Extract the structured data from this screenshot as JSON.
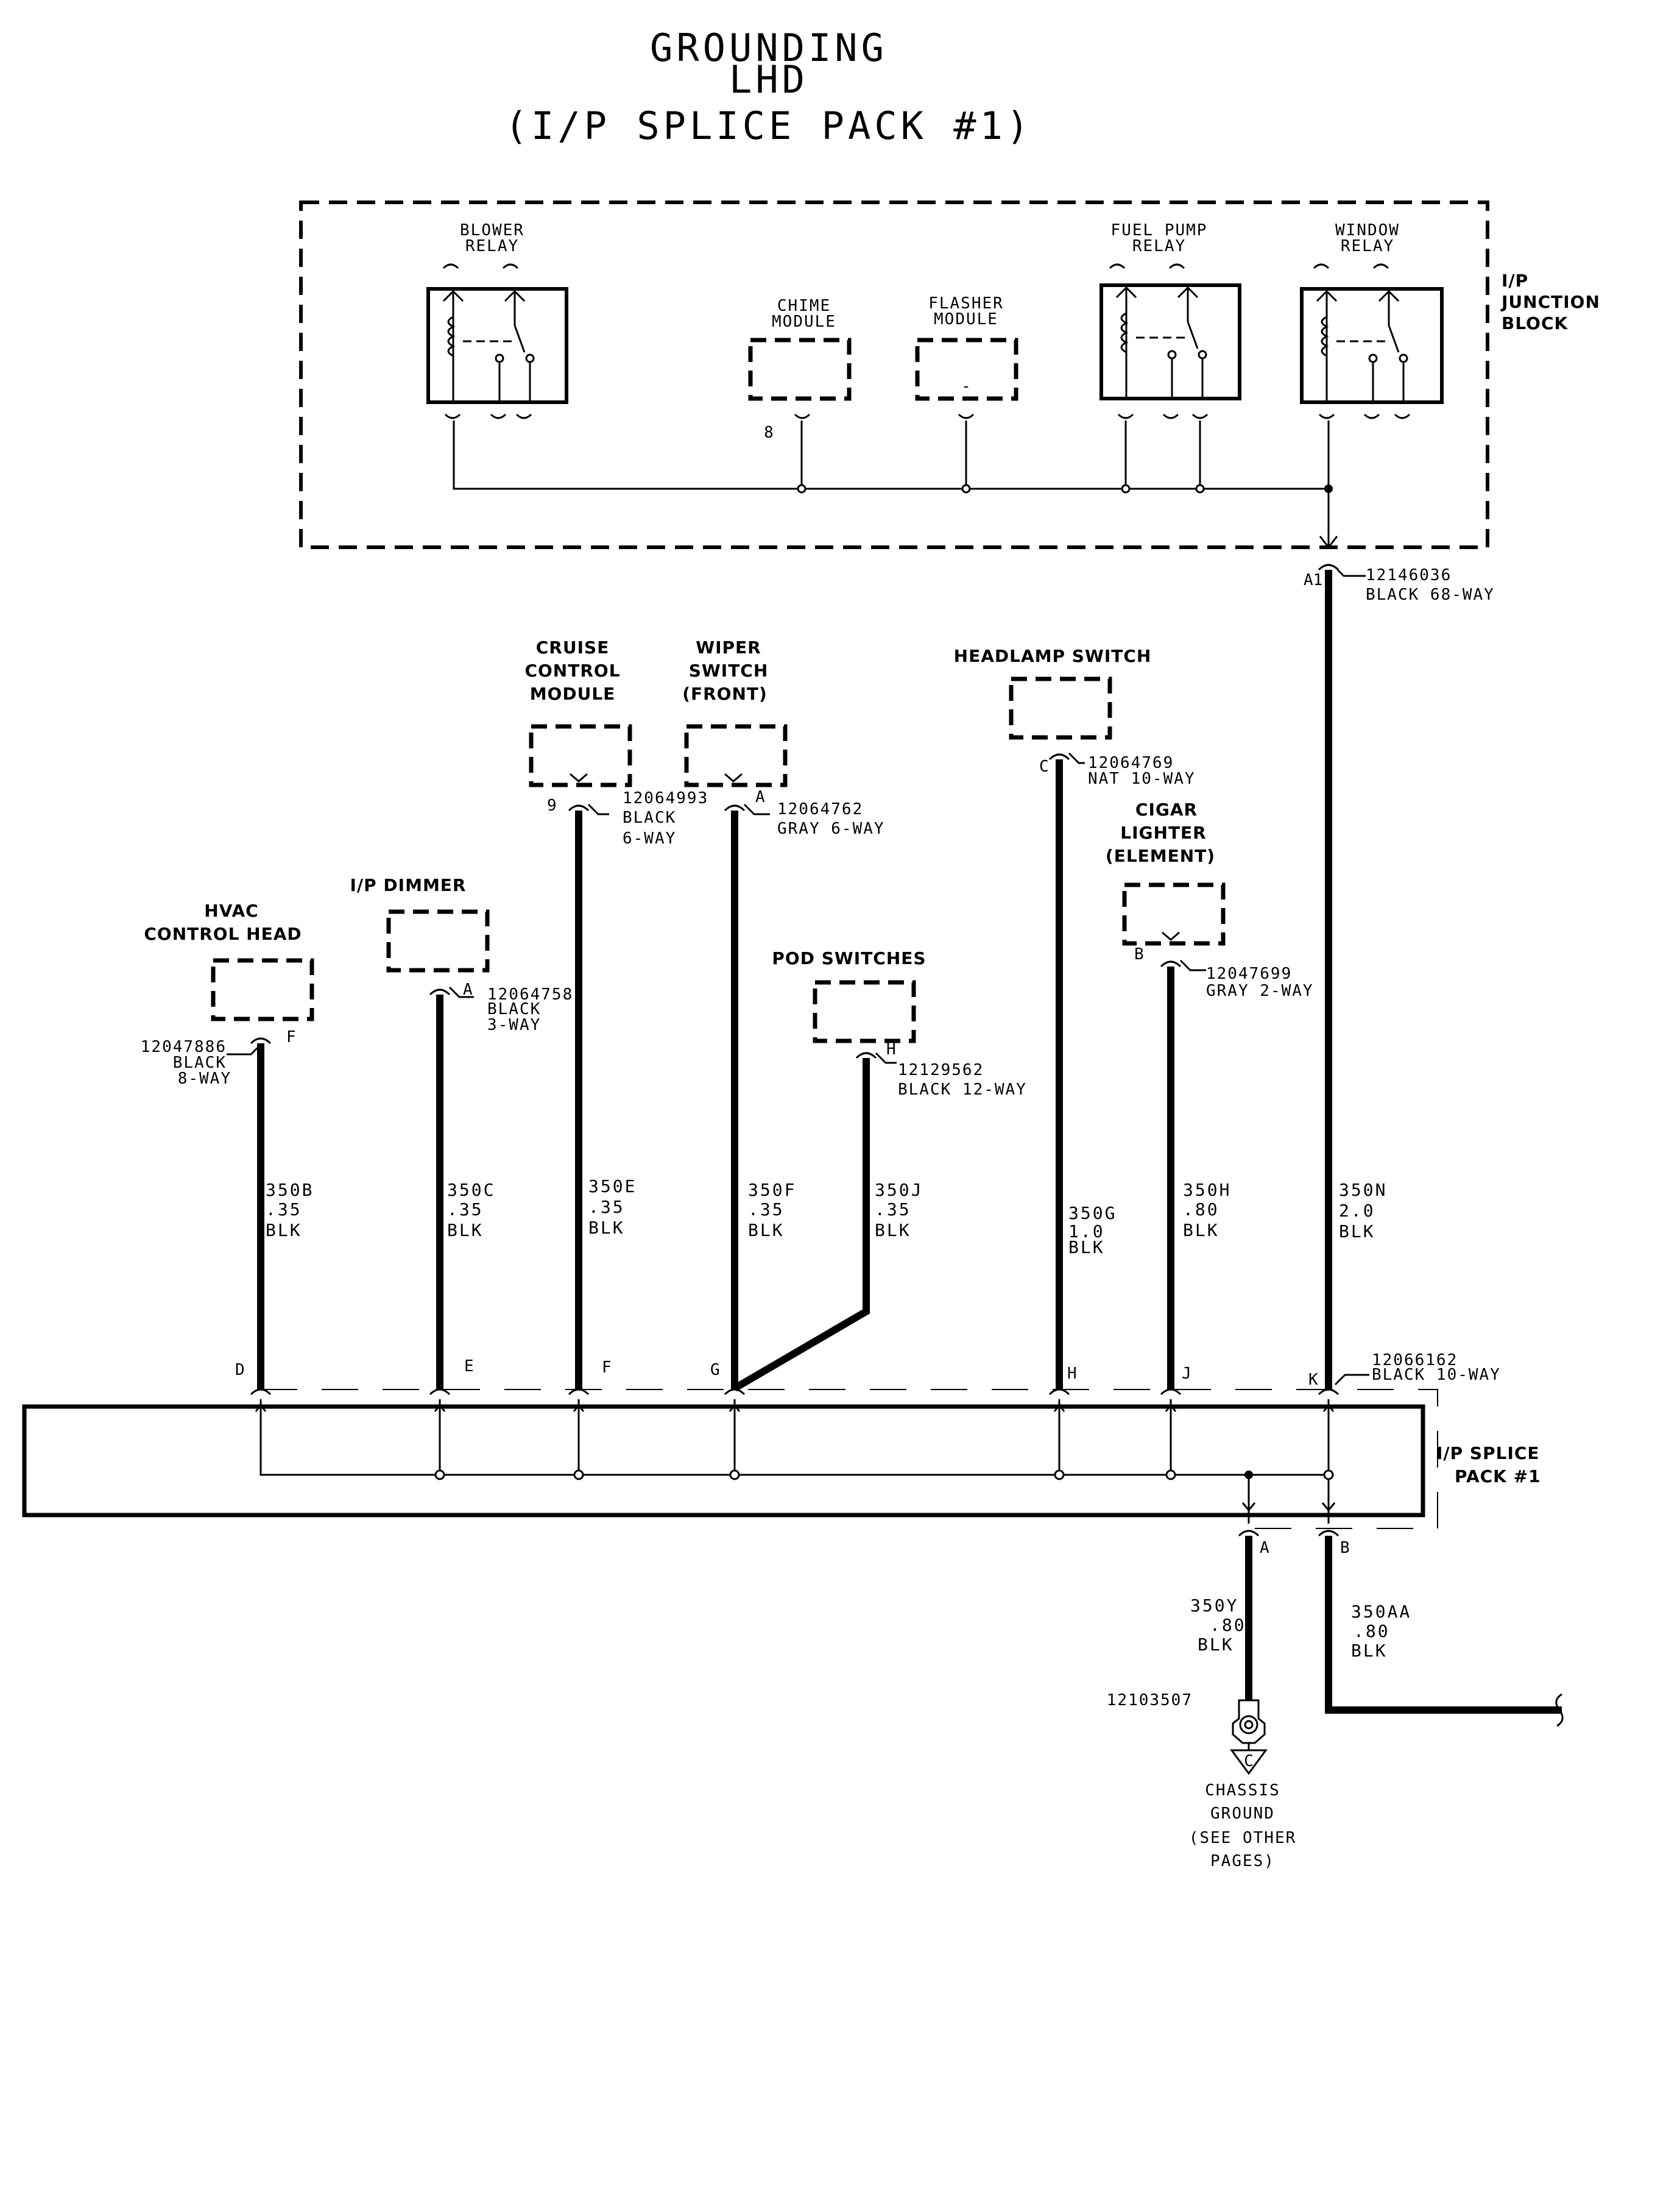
{
  "title": {
    "line1": "GROUNDING",
    "line2": "LHD",
    "line3": "(I/P SPLICE PACK #1)"
  },
  "junction_block": {
    "label_lines": [
      "I/P",
      "JUNCTION",
      "BLOCK"
    ],
    "components": {
      "blower_relay": [
        "BLOWER",
        "RELAY"
      ],
      "chime_module": [
        "CHIME",
        "MODULE"
      ],
      "flasher_module": [
        "FLASHER",
        "MODULE"
      ],
      "fuel_pump_relay": [
        "FUEL PUMP",
        "RELAY"
      ],
      "window_relay": [
        "WINDOW",
        "RELAY"
      ]
    },
    "chime_pin": "8",
    "flasher_pin": "-",
    "output_pin": "A1",
    "output_connector": [
      "12146036",
      "BLACK 68-WAY"
    ]
  },
  "components": [
    {
      "id": "hvac",
      "name_lines": [
        "HVAC",
        "CONTROL HEAD"
      ],
      "pin": "F",
      "connector": [
        "12047886",
        "BLACK",
        "8-WAY"
      ],
      "wire": [
        "350B",
        ".35",
        "BLK"
      ],
      "splice_pin": "D"
    },
    {
      "id": "ip-dimmer",
      "name_lines": [
        "I/P DIMMER"
      ],
      "pin": "A",
      "connector": [
        "12064758",
        "BLACK",
        "3-WAY"
      ],
      "wire": [
        "350C",
        ".35",
        "BLK"
      ],
      "splice_pin": "E"
    },
    {
      "id": "cruise",
      "name_lines": [
        "CRUISE",
        "CONTROL",
        "MODULE"
      ],
      "pin": "9",
      "connector": [
        "12064993",
        "BLACK",
        "6-WAY"
      ],
      "wire": [
        "350E",
        ".35",
        "BLK"
      ],
      "splice_pin": "F"
    },
    {
      "id": "wiper",
      "name_lines": [
        "WIPER",
        "SWITCH",
        "(FRONT)"
      ],
      "pin": "A",
      "connector": [
        "12064762",
        "GRAY 6-WAY"
      ],
      "wire": [
        "350F",
        ".35",
        "BLK"
      ],
      "splice_pin": "G"
    },
    {
      "id": "pod",
      "name_lines": [
        "POD SWITCHES"
      ],
      "pin": "H",
      "connector": [
        "12129562",
        "BLACK 12-WAY"
      ],
      "wire": [
        "350J",
        ".35",
        "BLK"
      ],
      "splice_pin": ""
    },
    {
      "id": "headlamp",
      "name_lines": [
        "HEADLAMP SWITCH"
      ],
      "pin": "C",
      "connector": [
        "12064769",
        "NAT 10-WAY"
      ],
      "wire": [
        "350G",
        "1.0",
        "BLK"
      ],
      "splice_pin": "H"
    },
    {
      "id": "cigar",
      "name_lines": [
        "CIGAR",
        "LIGHTER",
        "(ELEMENT)"
      ],
      "pin": "B",
      "connector": [
        "12047699",
        "GRAY 2-WAY"
      ],
      "wire": [
        "350H",
        ".80",
        "BLK"
      ],
      "splice_pin": "J"
    },
    {
      "id": "junction",
      "name_lines": [],
      "pin": "",
      "connector": [],
      "wire": [
        "350N",
        "2.0",
        "BLK"
      ],
      "splice_pin": "K"
    }
  ],
  "splice_pack": {
    "label_lines": [
      "I/P SPLICE",
      "PACK #1"
    ],
    "connector": [
      "12066162",
      "BLACK 10-WAY"
    ],
    "out_pin_a": "A",
    "out_pin_b": "B"
  },
  "outputs": {
    "wire_a": [
      "350Y",
      ".80",
      "BLK"
    ],
    "wire_b": [
      "350AA",
      ".80",
      "BLK"
    ],
    "ground_part": "12103507",
    "ground_symbol": "C",
    "ground_label": [
      "CHASSIS",
      "GROUND",
      "(SEE OTHER",
      "PAGES)"
    ]
  }
}
